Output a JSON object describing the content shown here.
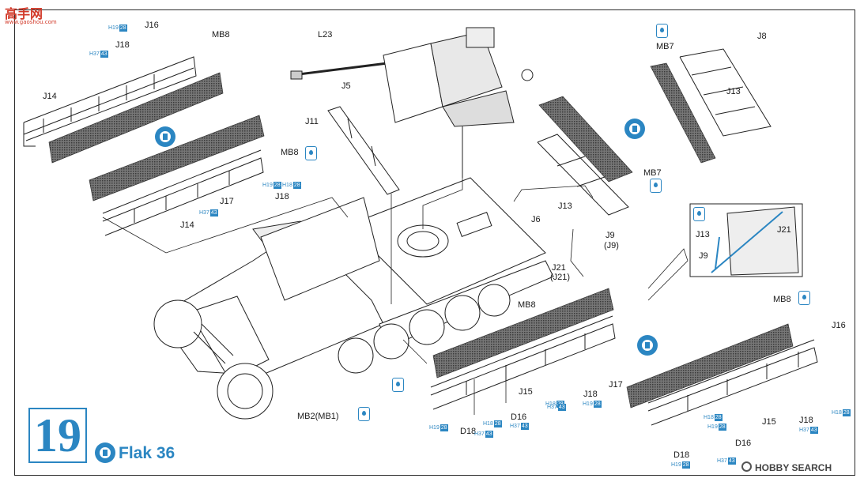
{
  "watermark": {
    "cn": "高手网",
    "url": "www.gaoshou.com"
  },
  "footer_watermark": "HOBBY SEARCH",
  "step": {
    "number": "19",
    "subassembly": "Flak 36"
  },
  "parts": {
    "l23": "L23",
    "j16a": "J16",
    "j18a": "J18",
    "mb8a": "MB8",
    "j14a": "J14",
    "j5": "J5",
    "j11": "J11",
    "mb8b": "MB8",
    "j14b": "J14",
    "j17a": "J17",
    "j18b": "J18",
    "j8": "J8",
    "mb7a": "MB7",
    "j13a": "J13",
    "mb7b": "MB7",
    "j13b": "J13",
    "j6": "J6",
    "j9": "J9",
    "j9p": "(J9)",
    "j21": "J21",
    "j21p": "(J21)",
    "j13c": "J13",
    "j9c": "J9",
    "j21c": "J21",
    "mb8c": "MB8",
    "j15a": "J15",
    "j18c": "J18",
    "j17b": "J17",
    "d16a": "D16",
    "d18a": "D18",
    "mb2": "MB2(MB1)",
    "mb8d": "MB8",
    "j16b": "J16",
    "j15b": "J15",
    "j18d": "J18",
    "d16b": "D16",
    "d18b": "D18"
  },
  "color_refs": [
    {
      "code": "H19",
      "chip": "28"
    },
    {
      "code": "H37",
      "chip": "43"
    },
    {
      "code": "H19",
      "chip": "28"
    },
    {
      "code": "H37",
      "chip": "43"
    },
    {
      "code": "H19",
      "chip": "28"
    },
    {
      "code": "H37",
      "chip": "43"
    },
    {
      "code": "H18",
      "chip": "28"
    },
    {
      "code": "H37",
      "chip": "43"
    },
    {
      "code": "H19",
      "chip": "28"
    },
    {
      "code": "H18",
      "chip": "28"
    },
    {
      "code": "H37",
      "chip": "43"
    },
    {
      "code": "H19",
      "chip": "28"
    },
    {
      "code": "H18",
      "chip": "28"
    },
    {
      "code": "H18",
      "chip": "28"
    },
    {
      "code": "H37",
      "chip": "43"
    },
    {
      "code": "H19",
      "chip": "28"
    },
    {
      "code": "H37",
      "chip": "43"
    },
    {
      "code": "H18",
      "chip": "28"
    }
  ],
  "colors": {
    "accent": "#2b86c2",
    "ink": "#1a1a1a",
    "mesh": "#555555"
  }
}
